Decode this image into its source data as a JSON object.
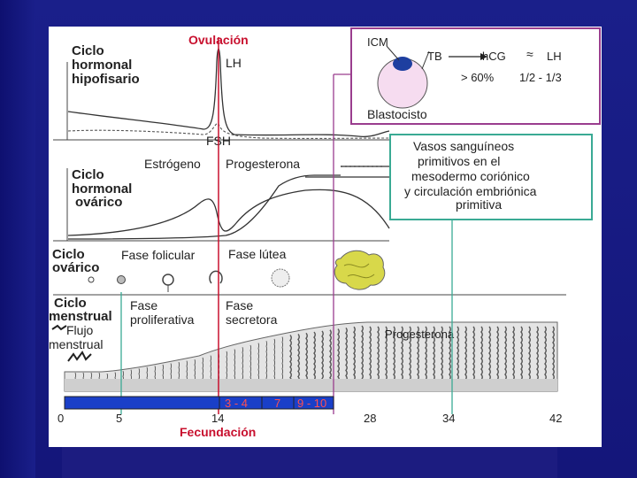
{
  "labels": {
    "hormonal_hipofisario": [
      "Ciclo",
      "hormonal",
      "hipofisario"
    ],
    "ovulacion": "Ovulación",
    "lh": "LH",
    "fsh": "FSH",
    "estrogeno": "Estrógeno",
    "progesterona": "Progesterona",
    "hormonal_ovarico": [
      "Ciclo",
      "hormonal",
      "ovárico"
    ],
    "ciclo_ovarico": [
      "Ciclo",
      "ovárico"
    ],
    "fase_folicular": "Fase folicular",
    "fase_lutea": "Fase lútea",
    "ciclo_menstrual": [
      "Ciclo",
      "menstrual"
    ],
    "fase_proliferativa": [
      "Fase",
      "proliferativa"
    ],
    "fase_secretora": [
      "Fase",
      "secretora"
    ],
    "flujo_menstrual": [
      "Flujo",
      "menstrual"
    ],
    "progesterona_endometrio": "Progesterona",
    "fecundacion": "Fecundación"
  },
  "blastocyst_box": {
    "icm": "ICM",
    "tb": "TB",
    "hcg": "hCG",
    "approx": "≈",
    "lh": "LH",
    "pct": "> 60%",
    "ratio": "1/2 - 1/3",
    "blastocisto": "Blastocisto"
  },
  "vessels_box": [
    "Vasos sanguíneos",
    "primitivos en el",
    "mesodermo coriónico",
    "y circulación embriónica",
    "primitiva"
  ],
  "timeline": {
    "segments": [
      "3 - 4",
      "7",
      "9 - 10"
    ],
    "ticks": [
      "0",
      "5",
      "14",
      "28",
      "34",
      "42"
    ]
  },
  "colors": {
    "slide_bg": "#1a1f8a",
    "ovulation_line": "#c8102e",
    "blastocyst_border": "#9a3d8e",
    "vessels_border": "#3aaa94",
    "timeline_bar": "#1a3fc8",
    "icm": "#1e3fa0",
    "blastocyst_fill": "#f6dcf0"
  }
}
